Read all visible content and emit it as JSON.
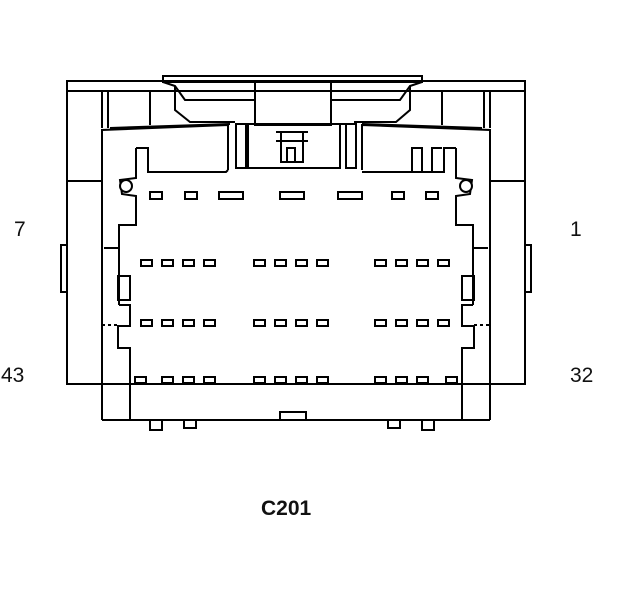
{
  "connector": {
    "name": "C201",
    "pin_labels": {
      "top_left": "7",
      "top_right": "1",
      "bottom_left": "43",
      "bottom_right": "32"
    }
  },
  "colors": {
    "line": "#000000",
    "background": "#ffffff"
  }
}
